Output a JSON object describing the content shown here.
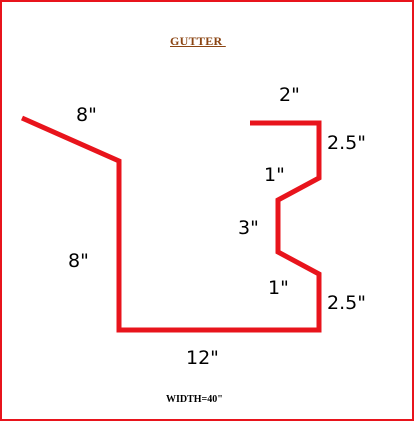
{
  "title": "GUTTER ",
  "footer": "WIDTH=40\"",
  "line_color": "#e8141c",
  "border_color": "#e8141c",
  "title_color": "#8b4513",
  "dimensions": {
    "left_flange": "8\"",
    "left_wall": "8\"",
    "bottom": "12\"",
    "top_lip": "2\"",
    "upper_drop": "2.5\"",
    "upper_slant": "1\"",
    "middle": "3\"",
    "lower_slant": "1\"",
    "lower_drop": "2.5\""
  }
}
